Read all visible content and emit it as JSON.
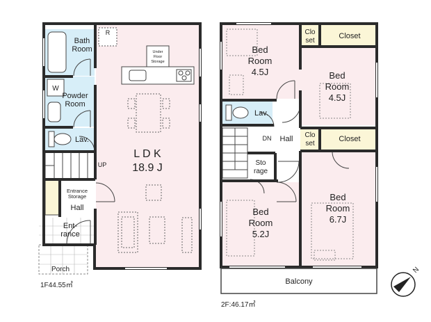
{
  "floor1": {
    "area_label": "1F44.55㎡",
    "rooms": {
      "bath": [
        "Bath",
        "Room"
      ],
      "powder": [
        "Powder",
        "Room"
      ],
      "lav": "Lav.",
      "ldk_name": "L D K",
      "ldk_size": "18.9 J",
      "under_floor": [
        "Under",
        "Floor",
        "Storage"
      ],
      "up": "UP",
      "entrance_storage": [
        "Entrance",
        "Storage"
      ],
      "hall": "Hall",
      "entrance": [
        "Ent-",
        "rance"
      ],
      "porch": "Porch",
      "washer": "W",
      "refrigerator": "R"
    }
  },
  "floor2": {
    "area_label": "2F:46.17㎡",
    "rooms": {
      "bed_nw": [
        "Bed",
        "Room",
        "4.5J"
      ],
      "bed_ne": [
        "Bed",
        "Room",
        "4.5J"
      ],
      "bed_sw": [
        "Bed",
        "Room",
        "5.2J"
      ],
      "bed_se": [
        "Bed",
        "Room",
        "6.7J"
      ],
      "closet_small_top": [
        "Clo",
        "set"
      ],
      "closet_top": "Closet",
      "closet_small_mid": [
        "Clo",
        "set"
      ],
      "closet_mid": "Closet",
      "lav": "Lav.",
      "dn": "DN",
      "hall": "Hall",
      "storage": [
        "Sto",
        "rage"
      ],
      "balcony": "Balcony"
    }
  },
  "compass": {
    "label": "N"
  },
  "colors": {
    "wall": "#2b2b2b",
    "room_fill": "#fbecee",
    "wet_fill": "#d7eef8",
    "closet_fill": "#fbf6d7",
    "hall_fill": "#ffffff"
  }
}
